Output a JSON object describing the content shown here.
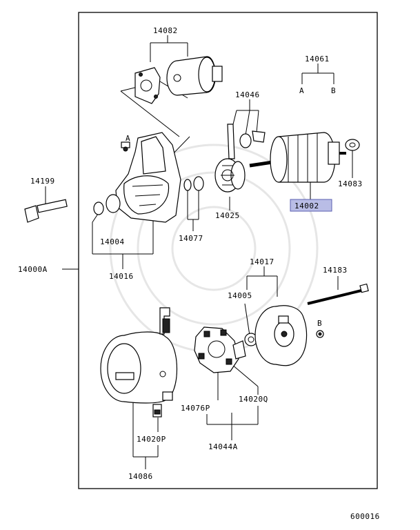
{
  "diagram": {
    "figure_code": "600016",
    "highlight_color": "#b9bde6",
    "highlighted_part": "14002",
    "labels": {
      "p14082": "14082",
      "p14061": "14061",
      "a": "A",
      "b": "B",
      "p14046": "14046",
      "a2": "A",
      "p14199": "14199",
      "p14083": "14083",
      "p14002": "14002",
      "p14025": "14025",
      "p14004": "14004",
      "p14077": "14077",
      "p14000a": "14000A",
      "p14016": "14016",
      "p14017": "14017",
      "p14183": "14183",
      "p14005": "14005",
      "b2": "B",
      "p14076p": "14076P",
      "p14020q": "14020Q",
      "p14020p": "14020P",
      "p14044a": "14044A",
      "p14086": "14086"
    }
  }
}
